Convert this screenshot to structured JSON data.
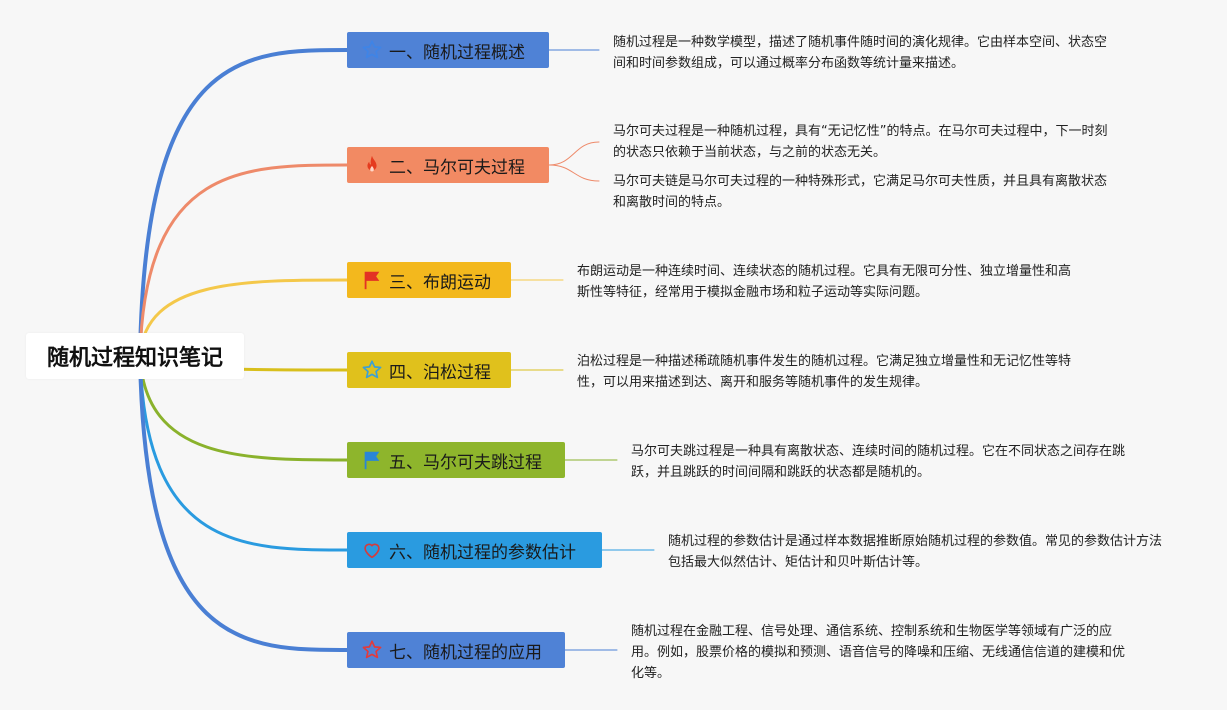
{
  "root": {
    "title": "随机过程知识笔记"
  },
  "topics": [
    {
      "label": "一、随机过程概述",
      "color": "#4f82d6",
      "line_color": "#4a7fd4",
      "icon": "star-outline-icon",
      "desc": [
        "随机过程是一种数学模型，描述了随机事件随时间的演化规律。它由样本空间、状态空间和时间参数组成，可以通过概率分布函数等统计量来描述。"
      ]
    },
    {
      "label": "二、马尔可夫过程",
      "color": "#f28a63",
      "line_color": "#ee8a6a",
      "icon": "fire-icon",
      "desc": [
        "马尔可夫过程是一种随机过程，具有“无记忆性”的特点。在马尔可夫过程中，下一时刻的状态只依赖于当前状态，与之前的状态无关。",
        "马尔可夫链是马尔可夫过程的一种特殊形式，它满足马尔可夫性质，并且具有离散状态和离散时间的特点。"
      ]
    },
    {
      "label": "三、布朗运动",
      "color": "#f3b81d",
      "line_color": "#f4c84a",
      "icon": "flag-icon",
      "desc": [
        "布朗运动是一种连续时间、连续状态的随机过程。它具有无限可分性、独立增量性和高斯性等特征，经常用于模拟金融市场和粒子运动等实际问题。"
      ]
    },
    {
      "label": "四、泊松过程",
      "color": "#e0c11c",
      "line_color": "#d8bf1c",
      "icon": "star-outline-icon",
      "desc": [
        "泊松过程是一种描述稀疏随机事件发生的随机过程。它满足独立增量性和无记忆性等特性，可以用来描述到达、离开和服务等随机事件的发生规律。"
      ]
    },
    {
      "label": "五、马尔可夫跳过程",
      "color": "#8eb52c",
      "line_color": "#8ab22c",
      "icon": "flag-icon",
      "desc": [
        "马尔可夫跳过程是一种具有离散状态、连续时间的随机过程。它在不同状态之间存在跳跃，并且跳跃的时间间隔和跳跃的状态都是随机的。"
      ]
    },
    {
      "label": "六、随机过程的参数估计",
      "color": "#2a9be0",
      "line_color": "#2a9be0",
      "icon": "heart-icon",
      "desc": [
        "随机过程的参数估计是通过样本数据推断原始随机过程的参数值。常见的参数估计方法包括最大似然估计、矩估计和贝叶斯估计等。"
      ]
    },
    {
      "label": "七、随机过程的应用",
      "color": "#4f82d6",
      "line_color": "#4a7fd4",
      "icon": "star-outline-icon",
      "desc": [
        "随机过程在金融工程、信号处理、通信系统、控制系统和生物医学等领域有广泛的应用。例如，股票价格的模拟和预测、语音信号的降噪和压缩、无线通信信道的建模和优化等。"
      ]
    }
  ]
}
